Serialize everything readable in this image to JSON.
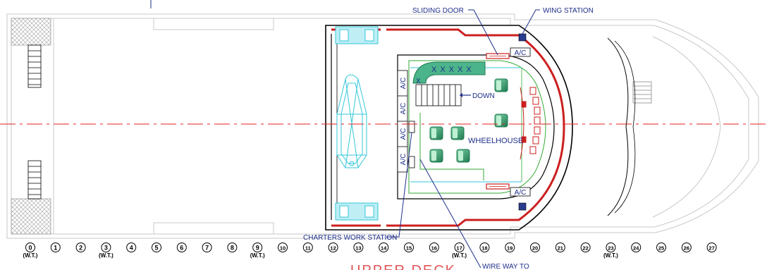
{
  "title": "UPPER DECK",
  "labels": {
    "sliding_door": "SLIDING DOOR",
    "wing_station": "WING STATION",
    "down": "DOWN",
    "wheelhouse": "WHEELHOUSE",
    "charters_work_station": "CHARTERS WORK STATION",
    "wire_way": "WIRE WAY TO",
    "ac": "A/C"
  },
  "frames": [
    {
      "num": "0",
      "wt": "(W.T.)"
    },
    {
      "num": "1",
      "wt": ""
    },
    {
      "num": "2",
      "wt": ""
    },
    {
      "num": "3",
      "wt": "(W.T.)"
    },
    {
      "num": "4",
      "wt": ""
    },
    {
      "num": "5",
      "wt": ""
    },
    {
      "num": "6",
      "wt": ""
    },
    {
      "num": "7",
      "wt": ""
    },
    {
      "num": "8",
      "wt": ""
    },
    {
      "num": "9",
      "wt": "(W.T.)"
    },
    {
      "num": "10",
      "wt": ""
    },
    {
      "num": "11",
      "wt": ""
    },
    {
      "num": "12",
      "wt": ""
    },
    {
      "num": "13",
      "wt": ""
    },
    {
      "num": "14",
      "wt": ""
    },
    {
      "num": "15",
      "wt": ""
    },
    {
      "num": "16",
      "wt": ""
    },
    {
      "num": "17",
      "wt": "(W.T.)"
    },
    {
      "num": "18",
      "wt": ""
    },
    {
      "num": "19",
      "wt": ""
    },
    {
      "num": "20",
      "wt": ""
    },
    {
      "num": "21",
      "wt": ""
    },
    {
      "num": "22",
      "wt": ""
    },
    {
      "num": "23",
      "wt": "(W.T.)"
    },
    {
      "num": "24",
      "wt": ""
    },
    {
      "num": "25",
      "wt": ""
    },
    {
      "num": "26",
      "wt": ""
    },
    {
      "num": "27",
      "wt": ""
    }
  ],
  "colors": {
    "hull": "#c8c8c8",
    "structure": "#000000",
    "bulwark": "#cc1f1f",
    "interior": "#33aa33",
    "liferaft": "#33c7d9",
    "leader": "#1e2f8a",
    "furniture": "#2e9a68",
    "centerline": "#e02020",
    "title": "#e05555"
  }
}
